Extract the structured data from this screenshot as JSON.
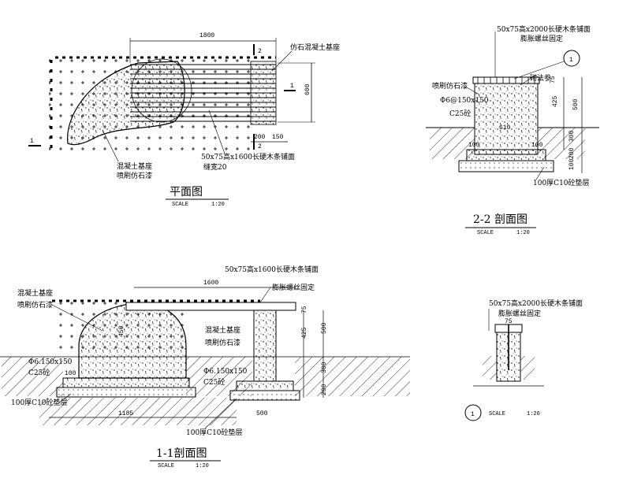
{
  "plan": {
    "title": "平面图",
    "scale_label": "SCALE",
    "scale_value": "1:20",
    "dim_1800": "1800",
    "dim_600": "600",
    "dim_200": "200",
    "dim_150": "150",
    "label_top_right": "仿石混凝土基座",
    "label_wood": "50x75高x1600长硬木条铺面",
    "label_gap": "缝宽20",
    "label_base": "混凝土基座",
    "label_paint": "喷刷仿石漆",
    "sec_1": "1",
    "sec_2": "2"
  },
  "section22": {
    "title": "2-2 剖面图",
    "scale_label": "SCALE",
    "scale_value": "1:20",
    "label_wood": "50x75高x2000长硬木条铺面",
    "label_bolt": "膨胀螺丝固定",
    "label_wall": "砌法参",
    "detail_no": "1",
    "label_paint": "喷刷仿石漆",
    "label_spec": "Φ6@150x150",
    "label_c25": "C25砼",
    "label_c10": "100厚C10砼垫层",
    "dim_610": "610",
    "dim_100a": "100",
    "dim_100b": "100",
    "dim_75": "75",
    "dim_425": "425",
    "dim_500": "500",
    "dim_300": "300",
    "dim_200": "200",
    "dim_100": "100"
  },
  "section11": {
    "title": "1-1剖面图",
    "scale_label": "SCALE",
    "scale_value": "1:20",
    "dim_1600": "1600",
    "label_wood": "50x75高x1600长硬木条铺面",
    "label_bolt": "膨胀螺丝固定",
    "label_base": "混凝土基座",
    "label_paint": "喷刷仿石漆",
    "label_base2": "混凝土基座",
    "label_paint2": "喷刷仿石漆",
    "label_spec_left": "Φ6.150x150",
    "label_c25_left": "C25砼",
    "label_spec_right": "Φ6.150x150",
    "label_c25_right": "C25砼",
    "label_c10_left": "100厚C10砼垫层",
    "label_c10_right": "100厚C10砼垫层",
    "dim_450": "450",
    "dim_100": "100",
    "dim_1185": "1185",
    "dim_500": "500",
    "dim_75": "75",
    "dim_425": "425",
    "dim_500v": "500",
    "dim_300": "300",
    "dim_200": "200"
  },
  "detail1": {
    "label_wood": "50x75高x2000长硬木条铺面",
    "label_bolt": "膨胀螺丝固定",
    "dim_75": "75",
    "number": "1",
    "scale_label": "SCALE",
    "scale_value": "1:20"
  }
}
